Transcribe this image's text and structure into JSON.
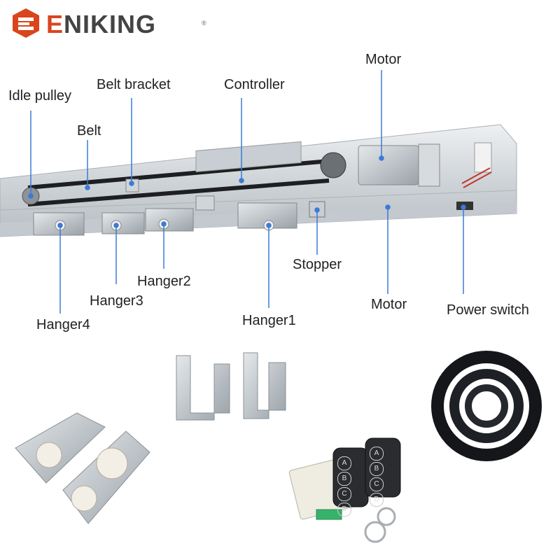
{
  "brand": {
    "name_prefix": "E",
    "name_rest": "NIKING",
    "registered_mark": "®",
    "accent_color": "#d9451c",
    "text_color": "#444444"
  },
  "labels": {
    "idle_pulley": "Idle pulley",
    "belt": "Belt",
    "belt_bracket": "Belt bracket",
    "controller": "Controller",
    "motor_top": "Motor",
    "stopper": "Stopper",
    "motor_bottom": "Motor",
    "power_switch": "Power switch",
    "hanger1": "Hanger1",
    "hanger2": "Hanger2",
    "hanger3": "Hanger3",
    "hanger4": "Hanger4"
  },
  "remote_buttons": [
    "A",
    "B",
    "C",
    "D"
  ],
  "colors": {
    "leader_line": "#3a7bd5",
    "rail": "#d6dadd",
    "belt": "#1d1f22",
    "metal": "#b9c0c6"
  }
}
